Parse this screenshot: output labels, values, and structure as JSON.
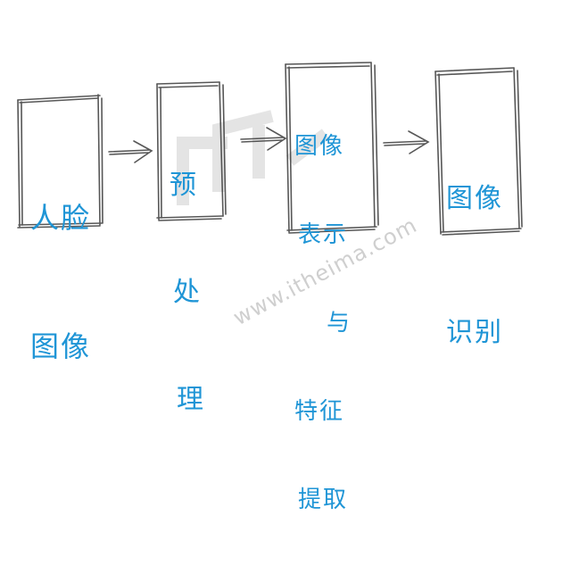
{
  "diagram": {
    "boxes": [
      {
        "id": "face-image",
        "lines": [
          "人脸",
          "图像"
        ]
      },
      {
        "id": "preprocess",
        "lines": [
          "预",
          "处",
          "理"
        ]
      },
      {
        "id": "feature",
        "lines": [
          "图像",
          "表示",
          "与",
          "特征",
          "提取"
        ]
      },
      {
        "id": "recognition",
        "lines": [
          "图像",
          "识别"
        ]
      }
    ]
  },
  "watermark": {
    "text": "www.itheima.com"
  },
  "colors": {
    "text": "#1f95d6",
    "pencil": "#3a3a3a",
    "watermark": "#d0d0d0"
  }
}
